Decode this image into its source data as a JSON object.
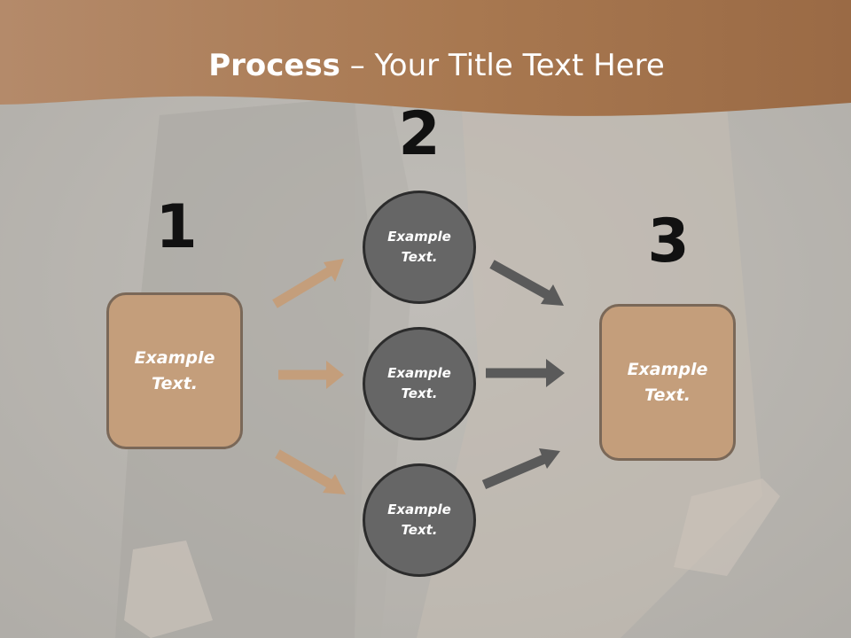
{
  "title": {
    "bold": "Process",
    "rest": " – Your Title Text Here"
  },
  "steps": {
    "one": "1",
    "two": "2",
    "three": "3"
  },
  "boxes": {
    "left": "Example Text.",
    "right": "Example Text."
  },
  "circles": {
    "top": "Example Text.",
    "middle": "Example Text.",
    "bottom": "Example Text."
  },
  "colors": {
    "banner": "#a57650",
    "box": "#c49e7b",
    "circle": "#666666",
    "arrow_tan": "#c49e7b",
    "arrow_gray": "#5a5a5a"
  }
}
